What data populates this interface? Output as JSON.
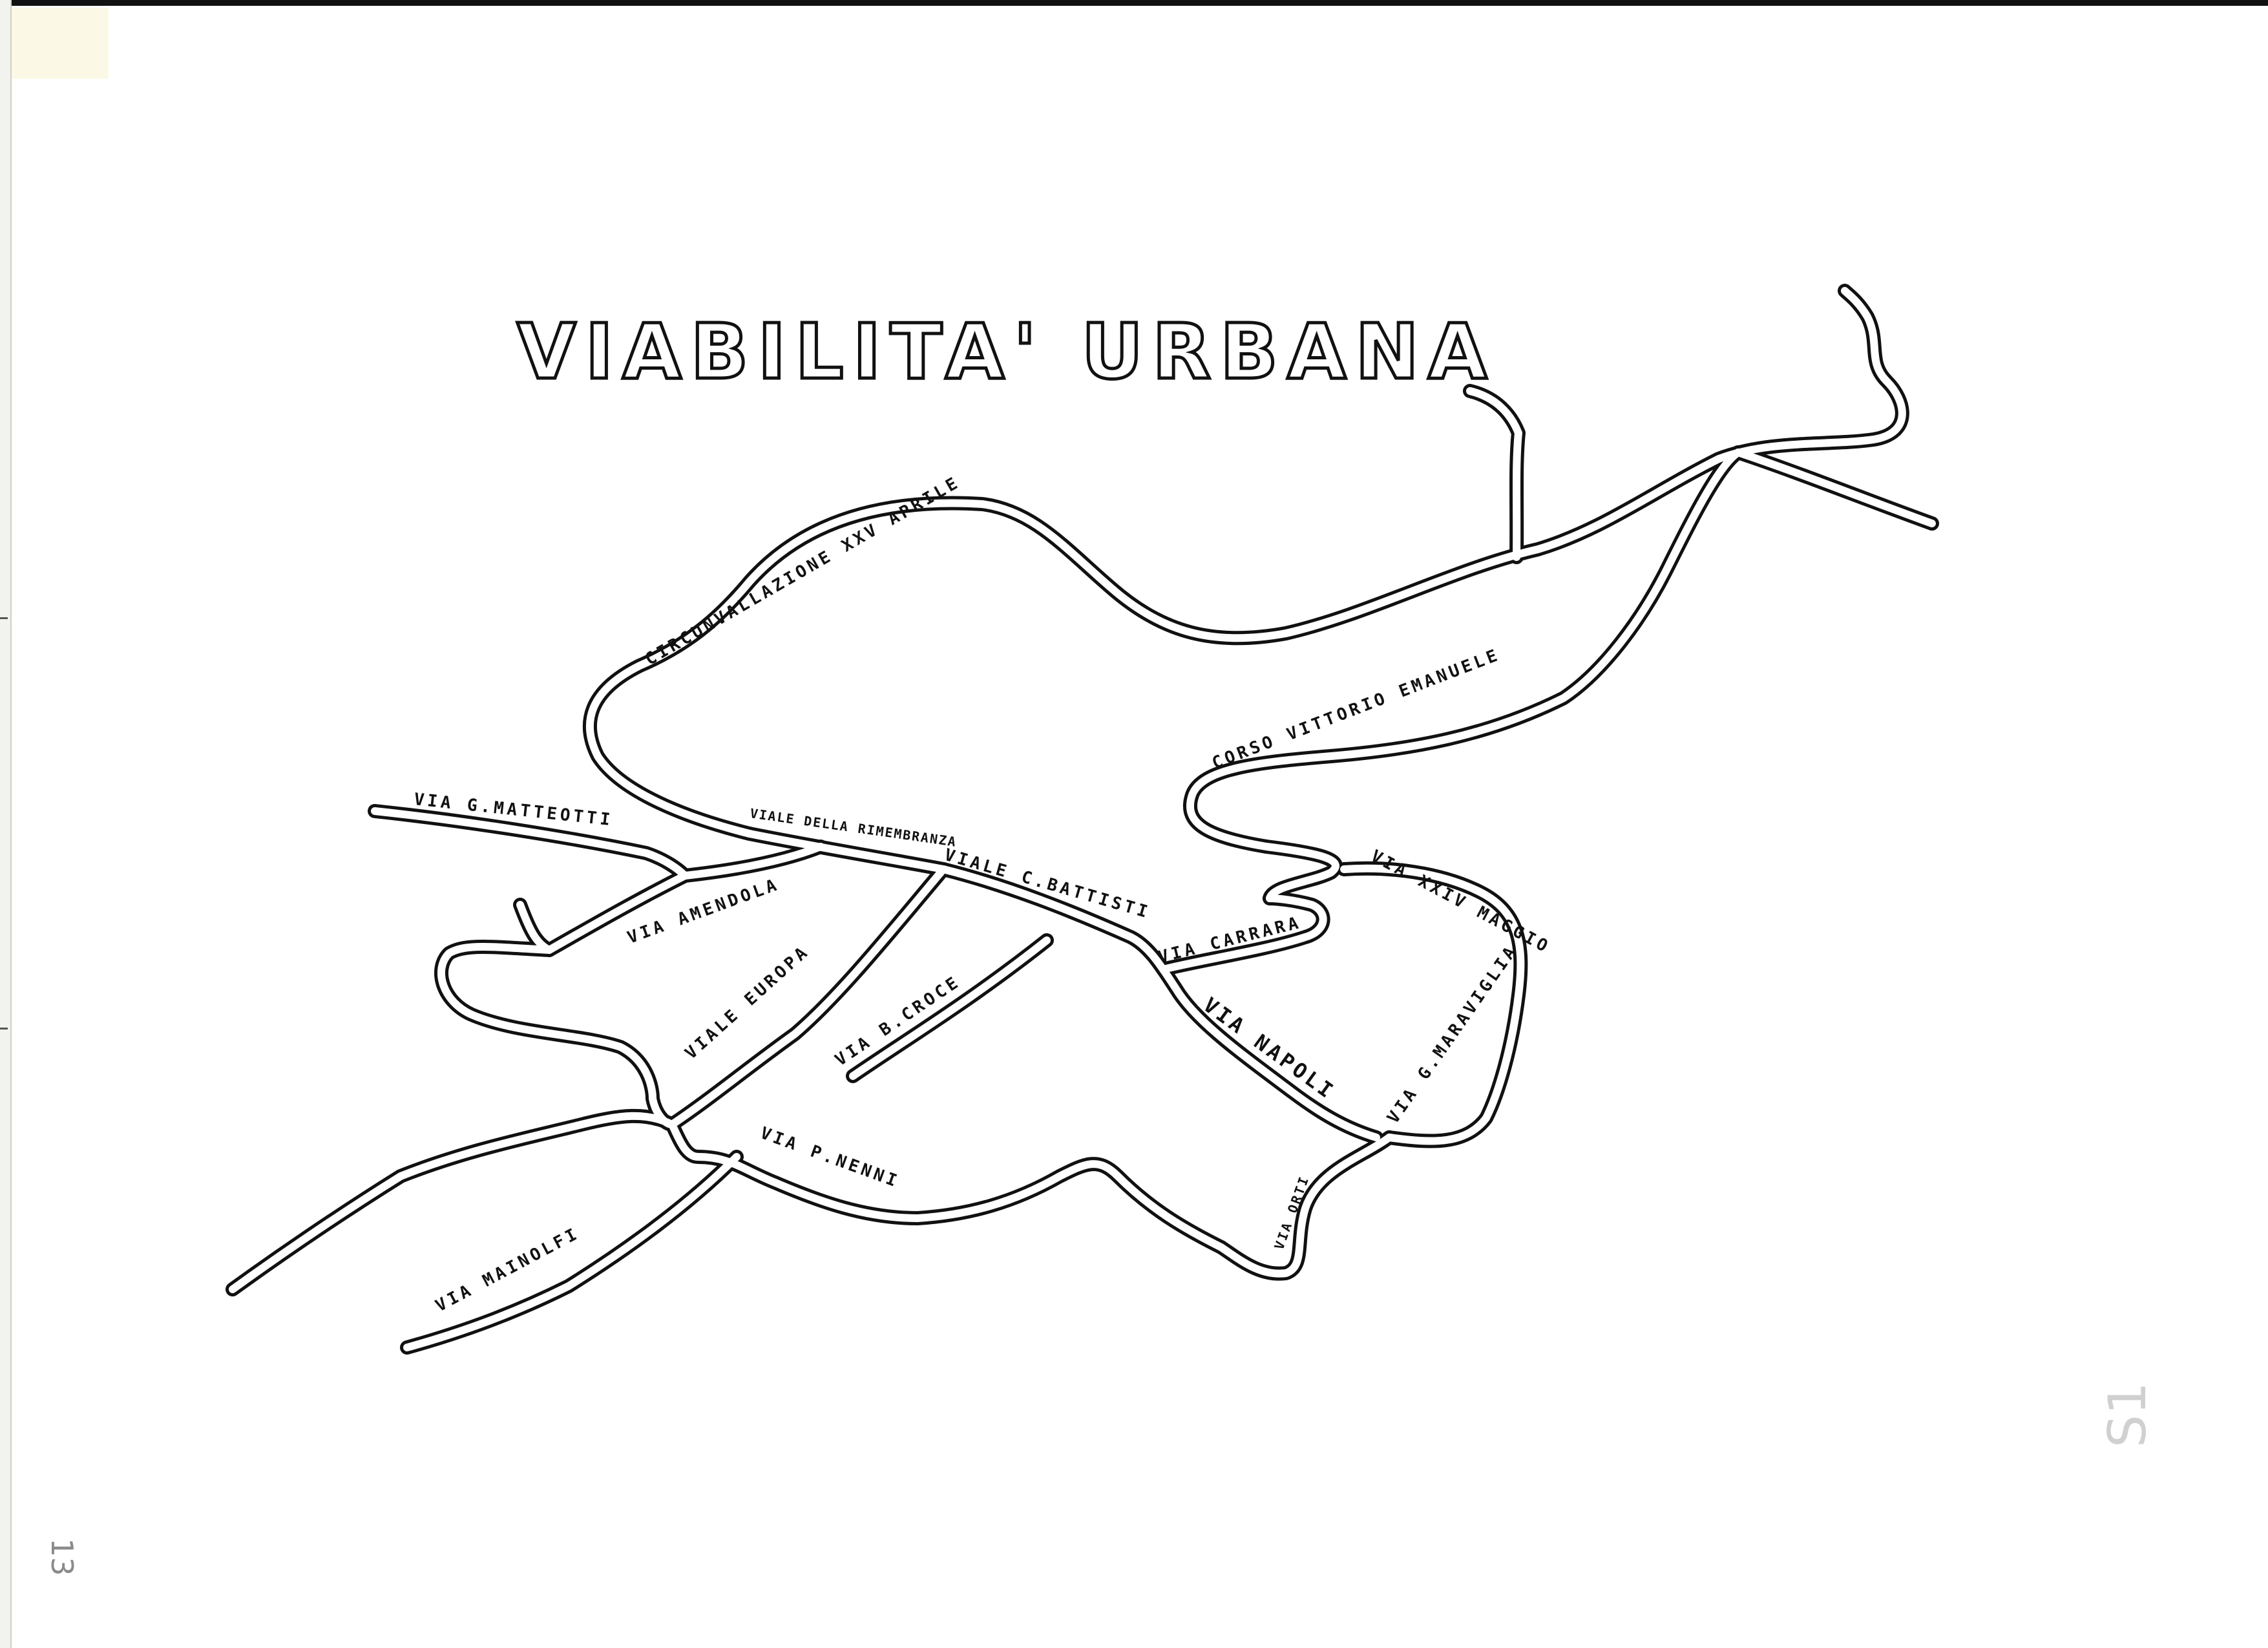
{
  "map": {
    "title": "VIABILITA' URBANA",
    "streets": {
      "circonvallazione": "CIRCUNVALLAZIONE XXV APRILE",
      "corso_vittorio": "CORSO VITTORIO EMANUELE",
      "matteotti": "VIA G.MATTEOTTI",
      "rimembranza": "VIALE DELLA RIMEMBRANZA",
      "battisti": "VIALE C.BATTISTI",
      "amendola": "VIA AMENDOLA",
      "carrara": "VIA CARRARA",
      "xxiv_maggio": "VIA XXIV MAGGIO",
      "europa": "VIALE EUROPA",
      "croce": "VIA B.CROCE",
      "napoli": "VIA NAPOLI",
      "maraviglia": "VIA G.MARAVIGLIA",
      "nenni": "VIA P.NENNI",
      "orti": "VIA ORTI",
      "mainolfi": "VIA MAINOLFI"
    },
    "page_number": "13",
    "margin_mark": "S1"
  },
  "colors": {
    "ink": "#111111",
    "paper": "#ffffff"
  }
}
